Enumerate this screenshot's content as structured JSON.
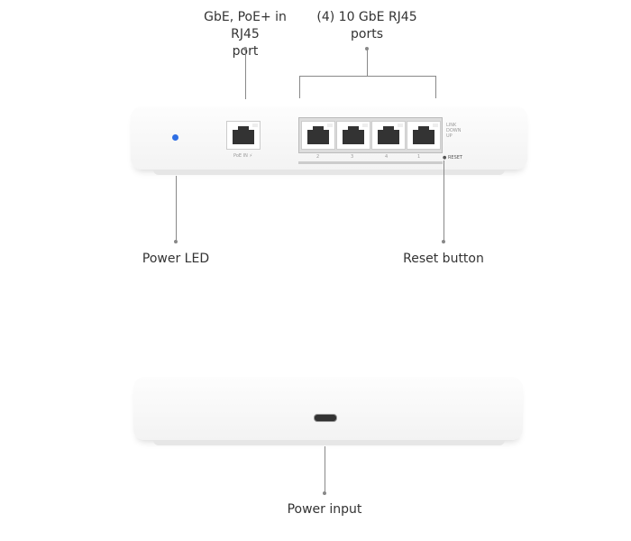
{
  "labels": {
    "poe_port": "GbE, PoE+ in RJ45 port",
    "poe_port_l1": "GbE, PoE+ in RJ45",
    "poe_port_l2": "port",
    "ge_ports_l1": "(4) 10 GbE RJ45",
    "ge_ports_l2": "ports",
    "power_led": "Power LED",
    "reset_button": "Reset button",
    "power_input": "Power input"
  },
  "device": {
    "poe_in_label": "PoE IN ⚡",
    "port_numbers": [
      "2",
      "3",
      "4",
      "1"
    ],
    "reset_label": "● RESET",
    "link_legend": [
      "LINK",
      "DOWN",
      "UP"
    ],
    "led_color": "#2f6fe4"
  }
}
